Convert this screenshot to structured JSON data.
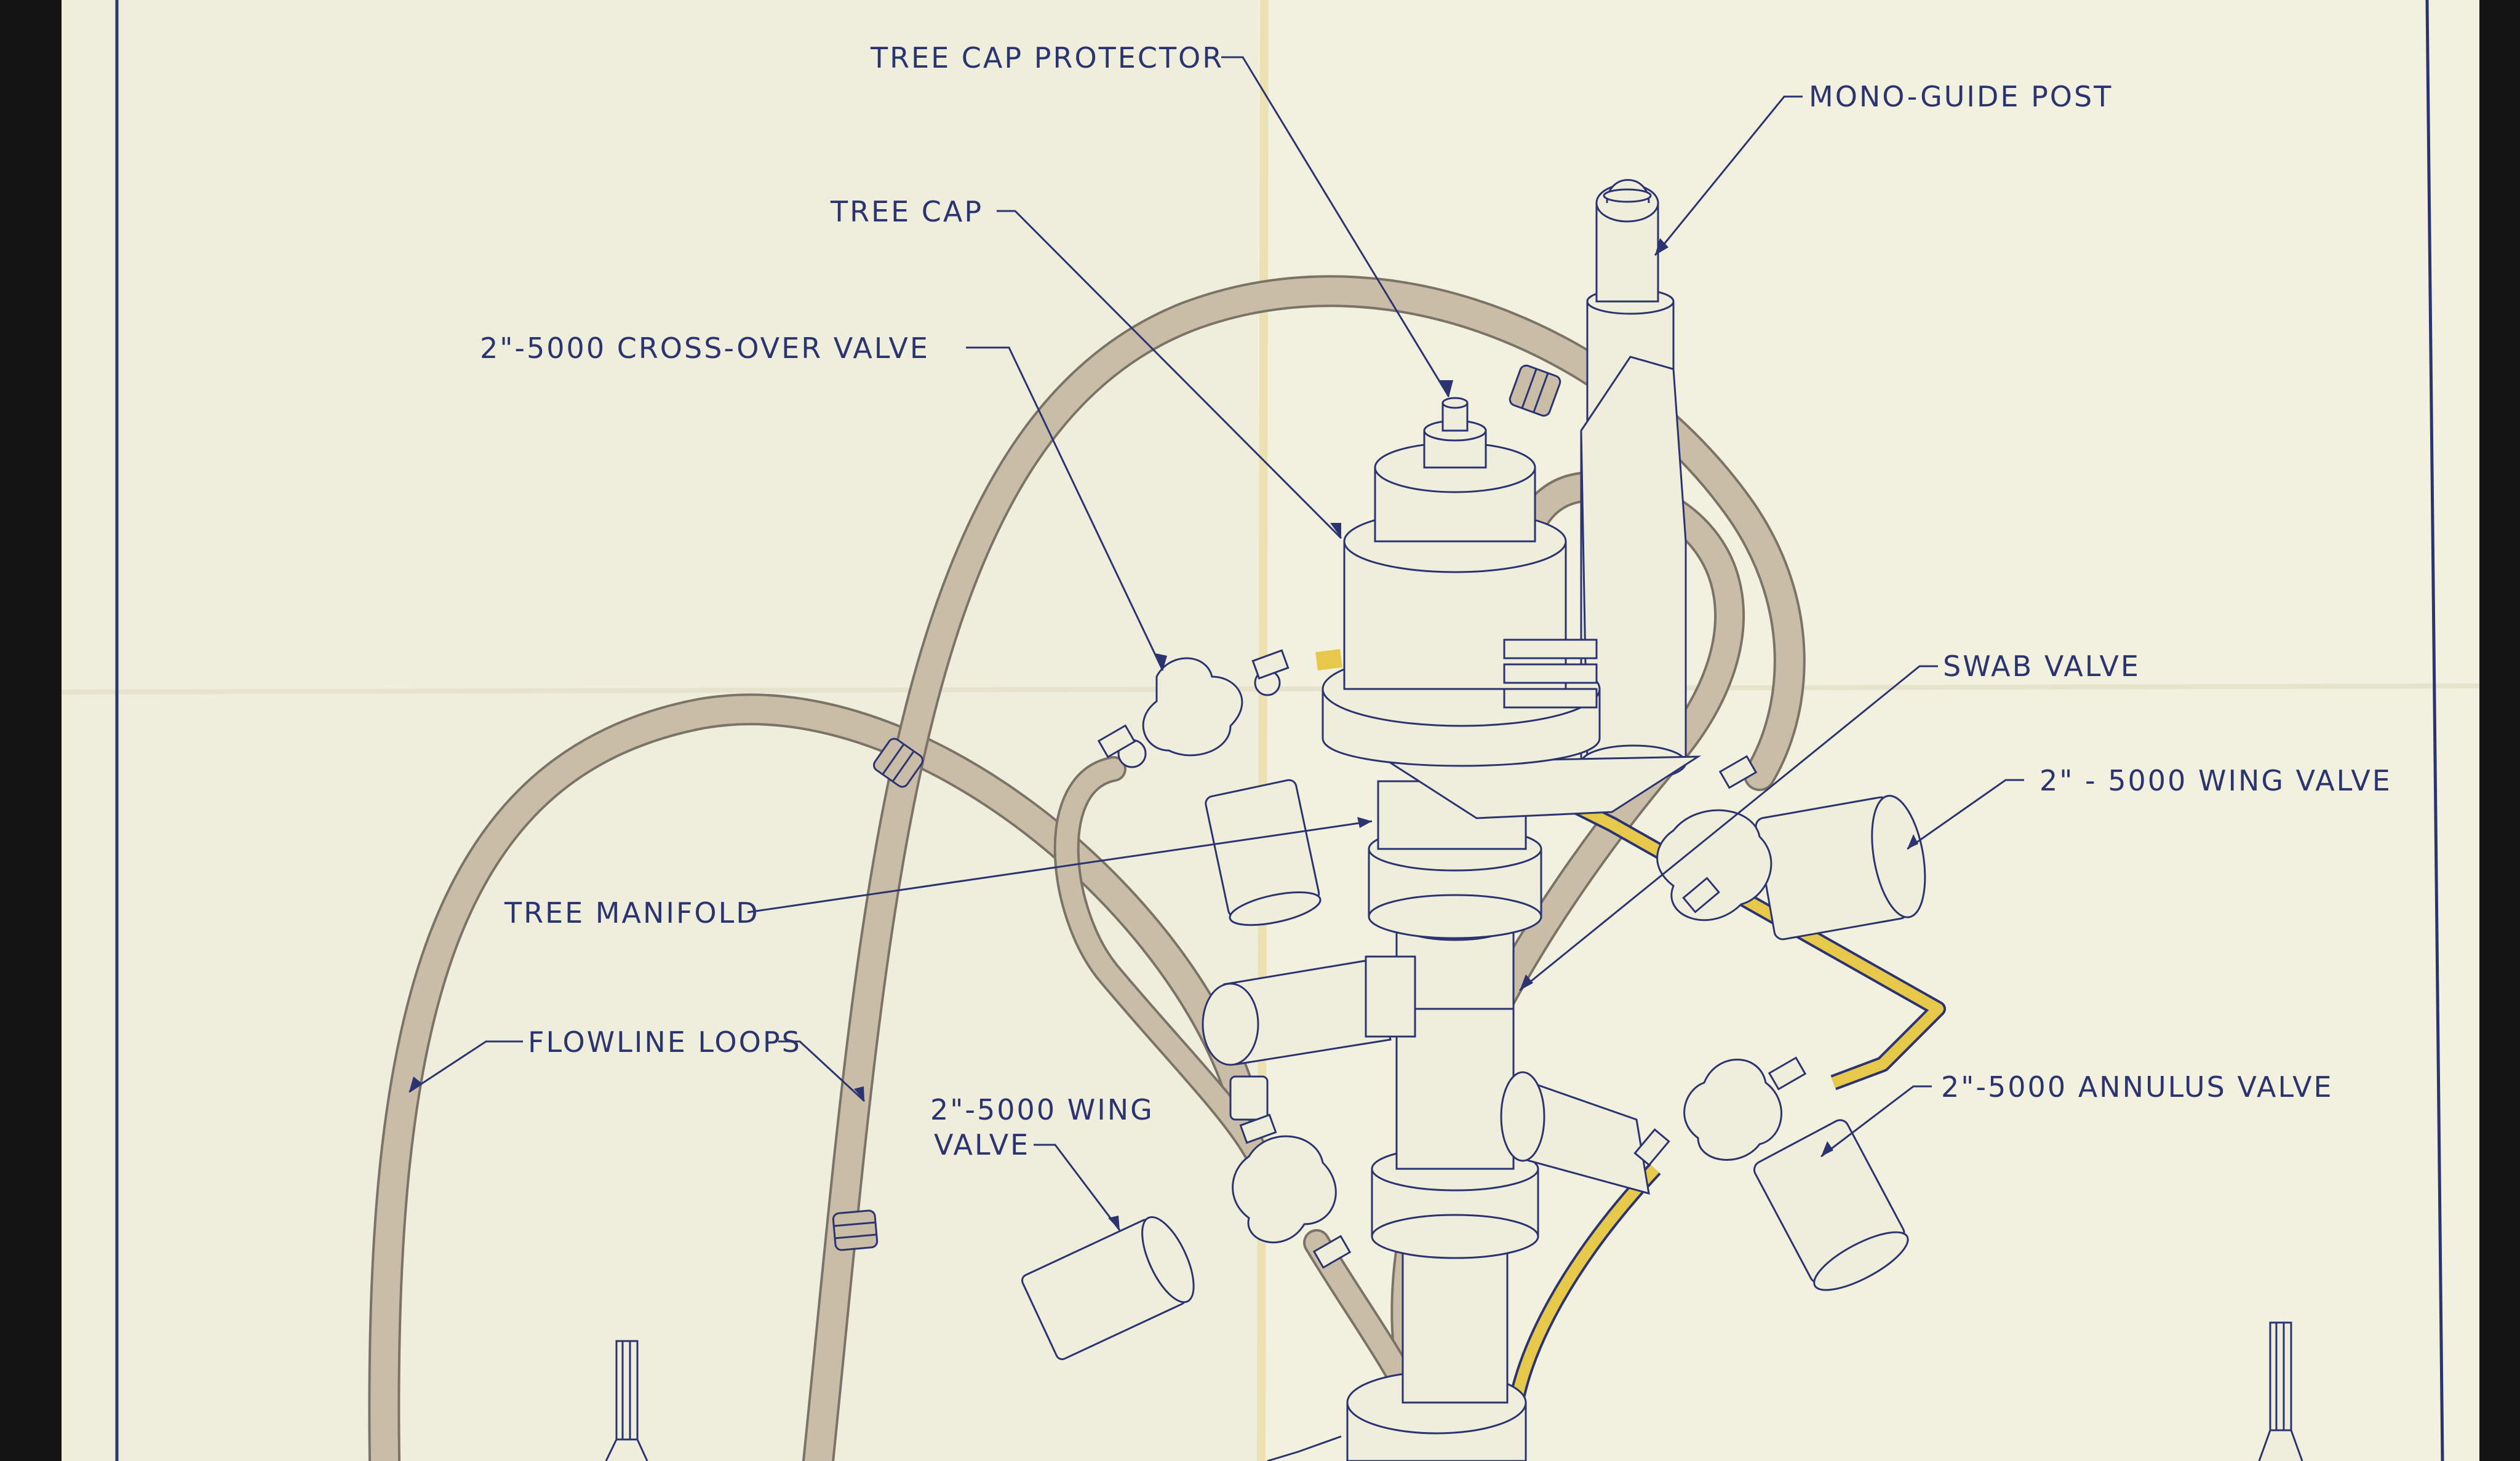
{
  "drawing": {
    "labels": {
      "tree_cap_protector": "TREE CAP PROTECTOR",
      "mono_guide_post": "MONO-GUIDE POST",
      "tree_cap": "TREE CAP",
      "cross_over_valve": "2\"-5000 CROSS-OVER VALVE",
      "swab_valve": "SWAB VALVE",
      "wing_valve_right": "2\" - 5000 WING VALVE",
      "tree_manifold": "TREE MANIFOLD",
      "flowline_loops": "FLOWLINE LOOPS",
      "wing_valve_left_line1": "2\"-5000 WING",
      "wing_valve_left_line2": "VALVE",
      "annulus_valve": "2\"-5000 ANNULUS VALVE"
    },
    "colors": {
      "paper": "#efeedd",
      "ink": "#2b3470",
      "hose_fill": "#c9bda8",
      "hydraulic_line": "#e6c84a",
      "background": "#141414"
    }
  }
}
